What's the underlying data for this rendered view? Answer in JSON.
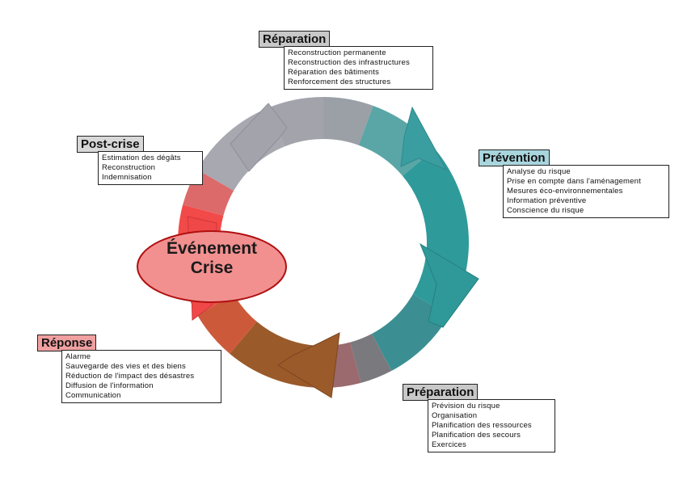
{
  "phases": {
    "reparation": {
      "title": "Réparation",
      "items": [
        "Reconstruction permanente",
        "Reconstruction des infrastructures",
        "Réparation des bâtiments",
        "Renforcement des structures"
      ],
      "color": "#c8c8c8"
    },
    "prevention": {
      "title": "Prévention",
      "items": [
        "Analyse du risque",
        "Prise en compte dans l'aménagement",
        "Mesures éco-environnementales",
        "Information préventive",
        "Conscience du risque"
      ],
      "color": "#a9d5dd"
    },
    "preparation": {
      "title": "Préparation",
      "items": [
        "Prévision du risque",
        "Organisation",
        "Planification des ressources",
        "Planification des secours",
        "Exercices"
      ],
      "color": "#c8c8c8"
    },
    "reponse": {
      "title": "Réponse",
      "items": [
        "Alarme",
        "Sauvegarde des vies et des biens",
        "Réduction de l'impact des désastres",
        "Diffusion de l'information",
        "Communication"
      ],
      "color": "#f0a0a0"
    },
    "post_crise": {
      "title": "Post-crise",
      "items": [
        "Estimation des dégâts",
        "Reconstruction",
        "Indemnisation"
      ],
      "color": "#d8d8d8"
    }
  },
  "event": {
    "line1": "Événement",
    "line2": "Crise"
  },
  "colors": {
    "ring_grey": "#a7a7b0",
    "ring_teal": "#2f9a9a",
    "ring_brown": "#9a5a2a",
    "ring_red": "#f24a48",
    "ellipse_fill": "#f29090",
    "ellipse_stroke": "#c01010"
  }
}
